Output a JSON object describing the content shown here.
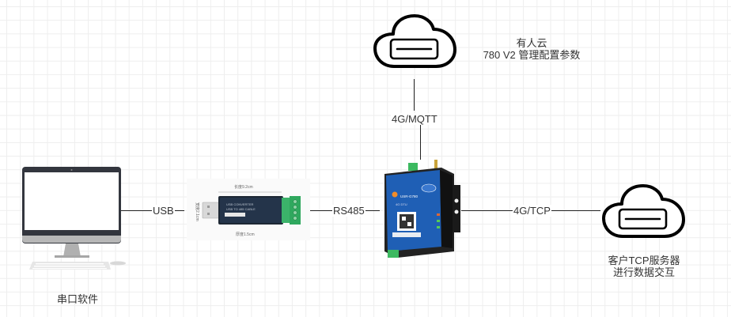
{
  "diagram": {
    "nodes": {
      "pc": {
        "caption": "串口软件",
        "icon": "desktop-computer-icon"
      },
      "converter": {
        "icon": "usb-to-rs485-converter-image",
        "label_top": "长度9.2cm",
        "label_side": "宽度2.1cm",
        "label_bottom": "厚度1.5cm",
        "line1": "USB CONVERTER",
        "line2": "USB TO 485 CABLE"
      },
      "dtu": {
        "icon": "4g-dtu-device-image",
        "brand": "USR-G780",
        "model": "4G DTU"
      },
      "cloud_top": {
        "icon": "cloud-icon",
        "caption_line1": "有人云",
        "caption_line2": "780 V2 管理配置参数"
      },
      "cloud_right": {
        "icon": "cloud-icon",
        "caption_line1": "客户TCP服务器",
        "caption_line2": "进行数据交互"
      }
    },
    "edges": {
      "pc_converter": "USB",
      "converter_dtu": "RS485",
      "dtu_cloud_top": "4G/MQTT",
      "dtu_cloud_right": "4G/TCP"
    }
  }
}
